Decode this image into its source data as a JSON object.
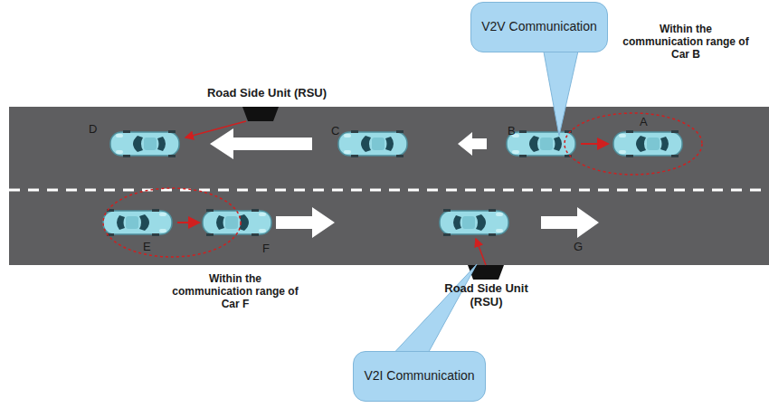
{
  "diagram": {
    "nodes": [
      {
        "text": [
          "V2V Communication"
        ]
      },
      {
        "text": [
          "V2I Communication"
        ]
      }
    ],
    "labels": [
      "Road Side Unit (RSU)",
      "Within the communication range of Car B",
      "D",
      "C",
      "B",
      "A",
      "E",
      "F",
      "G",
      "Road Side Unit (RSU)",
      "Within the communication range of Car F"
    ]
  }
}
